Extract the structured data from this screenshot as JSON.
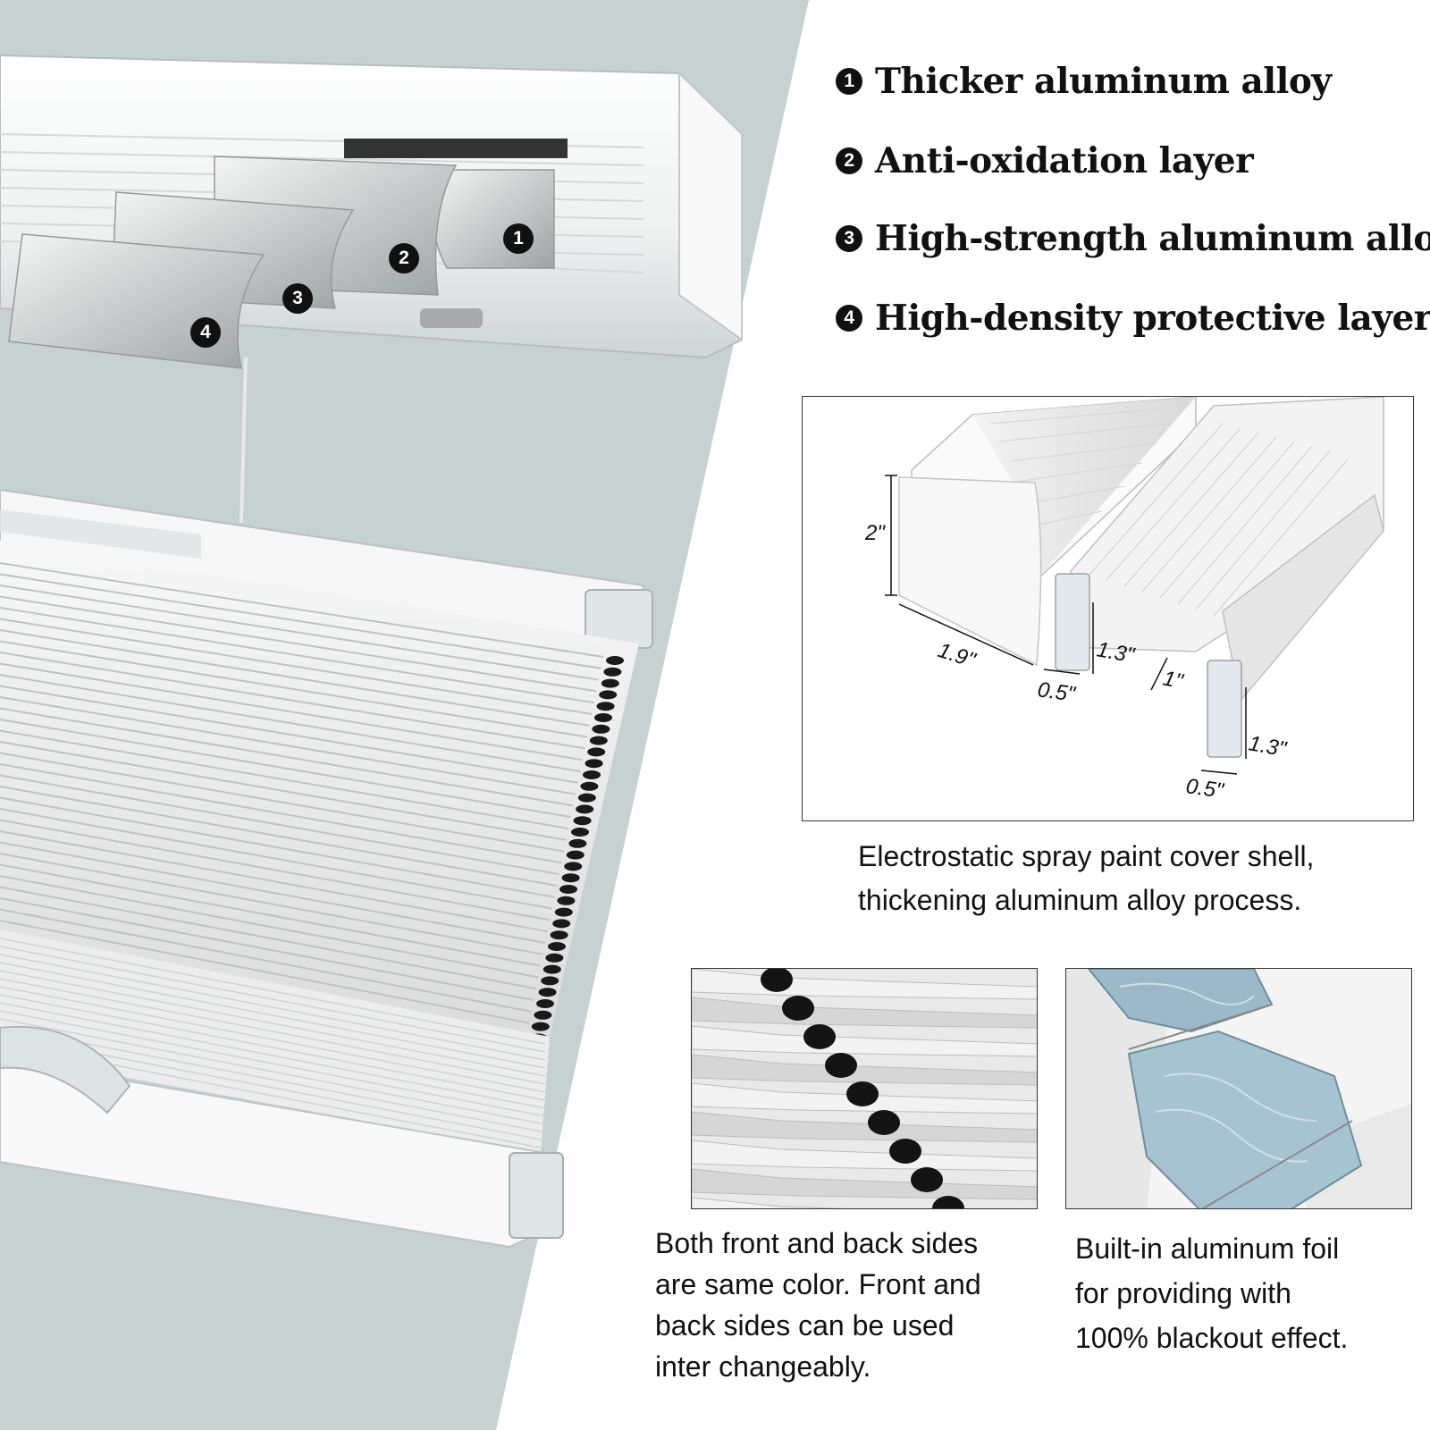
{
  "features": [
    {
      "num": "1",
      "text": "Thicker aluminum alloy"
    },
    {
      "num": "2",
      "text": "Anti-oxidation layer"
    },
    {
      "num": "3",
      "text": "High-strength aluminum alloy"
    },
    {
      "num": "4",
      "text": "High-density protective layer"
    }
  ],
  "layer_markers": [
    "1",
    "2",
    "3",
    "4"
  ],
  "dimensions": {
    "height": "2\"",
    "depth": "1.9\"",
    "clip_width_a": "0.5\"",
    "clip_height_a": "1.3\"",
    "inner_gap": "1\"",
    "clip_height_b": "1.3\"",
    "clip_width_b": "0.5\""
  },
  "captions": {
    "headrail": "Electrostatic spray paint cover shell, thickening aluminum alloy process.",
    "headrail_lines": [
      "Electrostatic spray paint cover shell,",
      "thickening aluminum alloy process."
    ],
    "cells": [
      "Both front and back sides",
      "are same color. Front and",
      "back sides can be used",
      "inter changeably."
    ],
    "foil": [
      "Built-in aluminum foil",
      "for providing with",
      "100% blackout effect."
    ]
  },
  "colors": {
    "background_panel": "#c6d1d1",
    "product_white": "#f4f4f4",
    "foil_blue": "#9fbccc",
    "text": "#111111"
  }
}
